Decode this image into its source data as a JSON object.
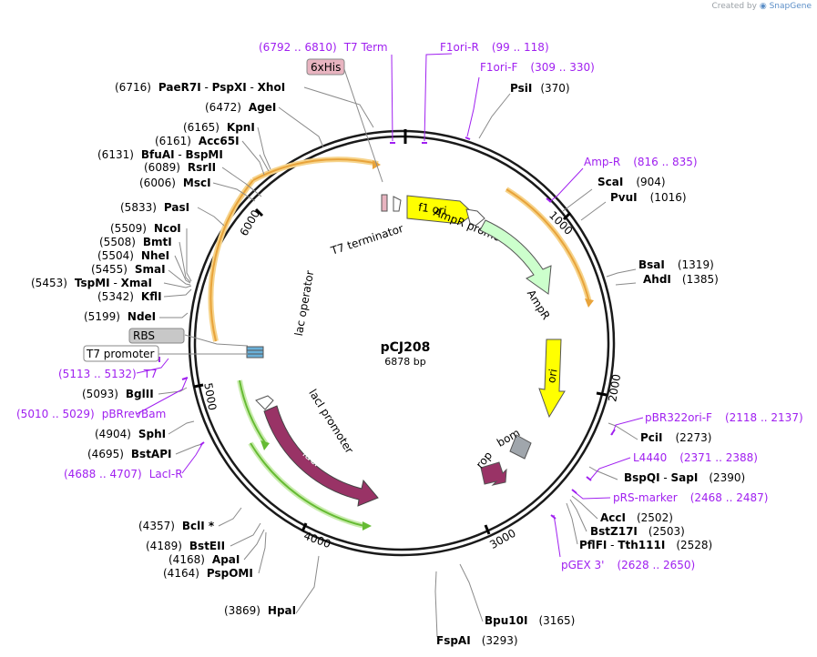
{
  "credit": {
    "prefix": "Created by",
    "brand": "SnapGene"
  },
  "plasmid": {
    "name": "pCJ208",
    "size_label": "6878 bp",
    "length": 6878
  },
  "tick_labels": [
    "1000",
    "2000",
    "3000",
    "4000",
    "5000",
    "6000"
  ],
  "features": {
    "f1_ori": "f1 ori",
    "ampr_promoter": "AmpR promoter",
    "ampr": "AmpR",
    "ori": "ori",
    "bom": "bom",
    "rop": "rop",
    "laci": "lacI",
    "laci_promoter": "lacI promoter",
    "lac_operator": "lac operator",
    "t7_terminator": "T7 terminator"
  },
  "boxed_labels": {
    "his": "6xHis",
    "rbs": "RBS",
    "t7_promoter": "T7 promoter"
  },
  "enzymes": [
    {
      "pos": "(370)",
      "names": [
        "PsiI"
      ]
    },
    {
      "pos": "(904)",
      "names": [
        "ScaI"
      ]
    },
    {
      "pos": "(1016)",
      "names": [
        "PvuI"
      ]
    },
    {
      "pos": "(1319)",
      "names": [
        "BsaI"
      ]
    },
    {
      "pos": "(1385)",
      "names": [
        "AhdI"
      ]
    },
    {
      "pos": "(2273)",
      "names": [
        "PciI"
      ]
    },
    {
      "pos": "(2390)",
      "names": [
        "BspQI",
        "SapI"
      ]
    },
    {
      "pos": "(2502)",
      "names": [
        "AccI"
      ]
    },
    {
      "pos": "(2503)",
      "names": [
        "BstZ17I"
      ]
    },
    {
      "pos": "(2528)",
      "names": [
        "PflFI",
        "Tth111I"
      ]
    },
    {
      "pos": "(3165)",
      "names": [
        "Bpu10I"
      ]
    },
    {
      "pos": "(3293)",
      "names": [
        "FspAI"
      ]
    },
    {
      "pos": "(3869)",
      "names": [
        "HpaI"
      ]
    },
    {
      "pos": "(4164)",
      "names": [
        "PspOMI"
      ]
    },
    {
      "pos": "(4168)",
      "names": [
        "ApaI"
      ]
    },
    {
      "pos": "(4189)",
      "names": [
        "BstEII"
      ]
    },
    {
      "pos": "(4357)",
      "names": [
        "BclI *"
      ]
    },
    {
      "pos": "(4695)",
      "names": [
        "BstAPI"
      ]
    },
    {
      "pos": "(4904)",
      "names": [
        "SphI"
      ]
    },
    {
      "pos": "(5093)",
      "names": [
        "BglII"
      ]
    },
    {
      "pos": "(5199)",
      "names": [
        "NdeI"
      ]
    },
    {
      "pos": "(5342)",
      "names": [
        "KflI"
      ]
    },
    {
      "pos": "(5453)",
      "names": [
        "TspMI",
        "XmaI"
      ]
    },
    {
      "pos": "(5455)",
      "names": [
        "SmaI"
      ]
    },
    {
      "pos": "(5504)",
      "names": [
        "NheI"
      ]
    },
    {
      "pos": "(5508)",
      "names": [
        "BmtI"
      ]
    },
    {
      "pos": "(5509)",
      "names": [
        "NcoI"
      ]
    },
    {
      "pos": "(5833)",
      "names": [
        "PasI"
      ]
    },
    {
      "pos": "(6006)",
      "names": [
        "MscI"
      ]
    },
    {
      "pos": "(6089)",
      "names": [
        "RsrII"
      ]
    },
    {
      "pos": "(6131)",
      "names": [
        "BfuAI",
        "BspMI"
      ]
    },
    {
      "pos": "(6161)",
      "names": [
        "Acc65I"
      ]
    },
    {
      "pos": "(6165)",
      "names": [
        "KpnI"
      ]
    },
    {
      "pos": "(6472)",
      "names": [
        "AgeI"
      ]
    },
    {
      "pos": "(6716)",
      "names": [
        "PaeR7I",
        "PspXI",
        "XhoI"
      ]
    }
  ],
  "primers": [
    {
      "name": "T7 Term",
      "range": "(6792 .. 6810)"
    },
    {
      "name": "F1ori-R",
      "range": "(99 .. 118)"
    },
    {
      "name": "F1ori-F",
      "range": "(309 .. 330)"
    },
    {
      "name": "Amp-R",
      "range": "(816 .. 835)"
    },
    {
      "name": "pBR322ori-F",
      "range": "(2118 .. 2137)"
    },
    {
      "name": "L4440",
      "range": "(2371 .. 2388)"
    },
    {
      "name": "pRS-marker",
      "range": "(2468 .. 2487)"
    },
    {
      "name": "pGEX 3'",
      "range": "(2628 .. 2650)"
    },
    {
      "name": "T7",
      "range": "(5113 .. 5132)"
    },
    {
      "name": "pBRrevBam",
      "range": "(5010 .. 5029)"
    },
    {
      "name": "LacI-R",
      "range": "(4688 .. 4707)"
    }
  ],
  "colors": {
    "backbone": "#1a1a1a",
    "primer": "#a020f0",
    "f1_ori": "#ffff00",
    "ampr": "#ccffcc",
    "ori": "#ffff00",
    "laci": "#993366",
    "orange_band": "#e8a33a",
    "green_band": "#66bb33",
    "bom": "#a0a6ac",
    "his_box": "#e8b4c0",
    "rbs_box": "#c8c8c8"
  }
}
